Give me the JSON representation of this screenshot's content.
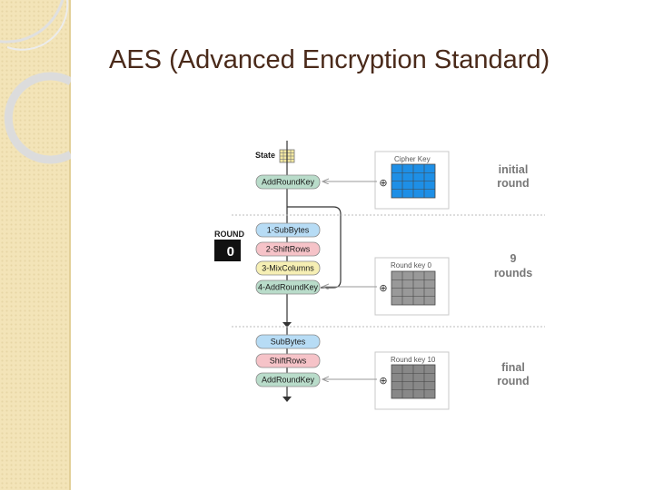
{
  "slide": {
    "title": "AES (Advanced Encryption Standard)"
  },
  "diagram": {
    "state_label": "State",
    "round_label": "ROUND",
    "round_number": "0",
    "initial_step": "AddRoundKey",
    "round_steps": [
      "1-SubBytes",
      "2-ShiftRows",
      "3-MixColumns",
      "4-AddRoundKey"
    ],
    "final_steps": [
      "SubBytes",
      "ShiftRows",
      "AddRoundKey"
    ],
    "keys": [
      {
        "title": "Cipher Key",
        "color": "#1e8fe6"
      },
      {
        "title": "Round key 0",
        "color": "#999999"
      },
      {
        "title": "Round key 10",
        "color": "#888888"
      }
    ],
    "side_labels": {
      "initial": [
        "initial",
        "round"
      ],
      "rounds": [
        "9",
        "rounds"
      ],
      "final": [
        "final",
        "round"
      ]
    },
    "xor_symbol": "⊕",
    "colors": {
      "addroundkey": "#b9dcca",
      "subbytes": "#b7dcf5",
      "shiftrows": "#f6c3c8",
      "mixcolumns": "#f6efb4",
      "title": "#4a2a1a"
    }
  }
}
